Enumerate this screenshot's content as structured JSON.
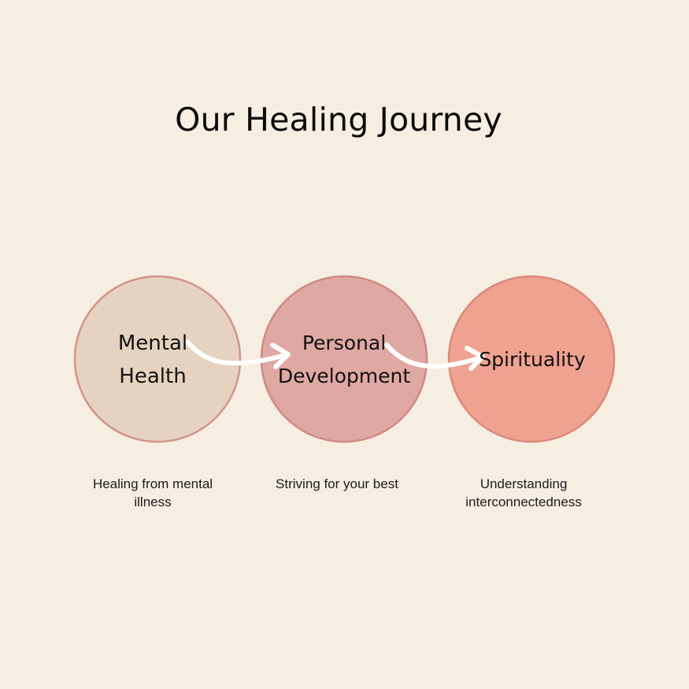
{
  "title": "Our Healing Journey",
  "stages": [
    {
      "label_line1": "Mental",
      "label_line2": "Health",
      "caption": "Healing from mental illness",
      "fill": "#e6d3bf",
      "stroke": "#d3928a"
    },
    {
      "label_line1": "Personal",
      "label_line2": "Development",
      "caption": "Striving for your best",
      "fill": "#dfa8a3",
      "stroke": "#cf8a84"
    },
    {
      "label_line1": "Spirituality",
      "label_line2": "",
      "caption": "Understanding interconnectedness",
      "fill": "#f0a290",
      "stroke": "#d98a7c"
    }
  ],
  "colors": {
    "background": "#f7eee2",
    "arrow": "#ffffff",
    "rim_highlight": "#f4e6dc"
  },
  "connectors": [
    {
      "from": "Mental Health",
      "to": "Personal Development"
    },
    {
      "from": "Personal Development",
      "to": "Spirituality"
    }
  ]
}
